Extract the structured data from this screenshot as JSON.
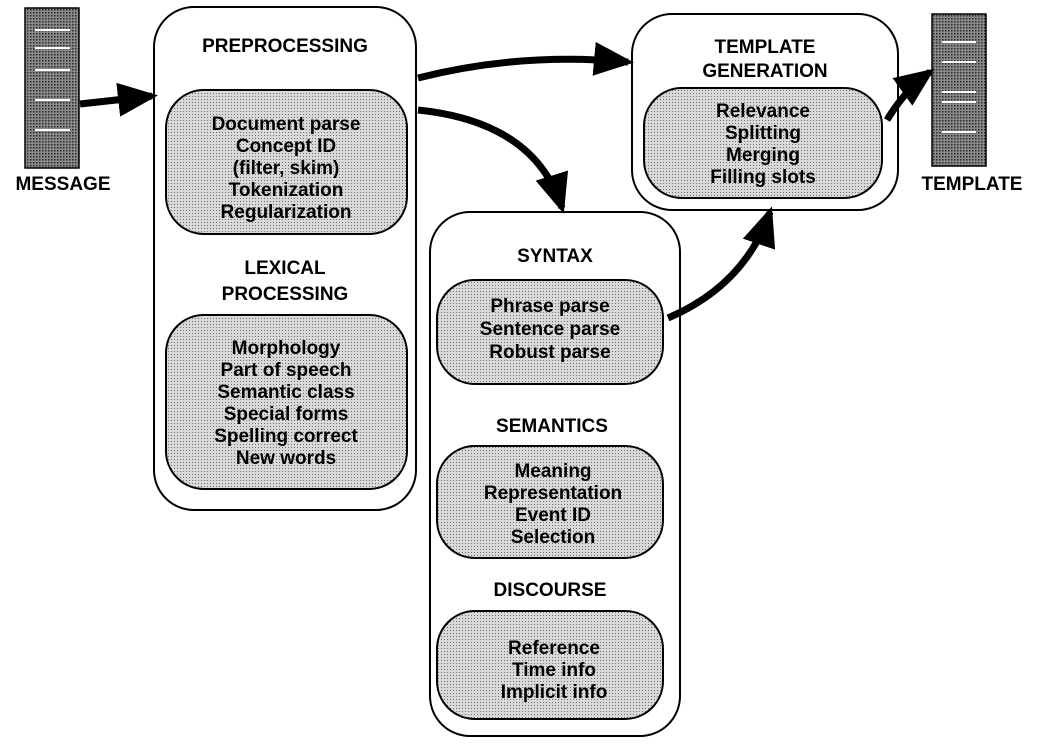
{
  "io": {
    "message_label": "MESSAGE",
    "template_label": "TEMPLATE"
  },
  "preprocessing": {
    "title": "PREPROCESSING",
    "items": [
      "Document parse",
      "Concept ID",
      "(filter, skim)",
      "Tokenization",
      "Regularization"
    ]
  },
  "lexical": {
    "title_lines": [
      "LEXICAL",
      "PROCESSING"
    ],
    "items": [
      "Morphology",
      "Part of speech",
      "Semantic class",
      "Special forms",
      "Spelling correct",
      "New words"
    ]
  },
  "template_generation": {
    "title_lines": [
      "TEMPLATE",
      "GENERATION"
    ],
    "items": [
      "Relevance",
      "Splitting",
      "Merging",
      "Filling slots"
    ]
  },
  "syntax": {
    "title": "SYNTAX",
    "items": [
      "Phrase parse",
      "Sentence parse",
      "Robust parse"
    ]
  },
  "semantics": {
    "title": "SEMANTICS",
    "items": [
      "Meaning",
      "Representation",
      "Event ID",
      "Selection"
    ]
  },
  "discourse": {
    "title": "DISCOURSE",
    "items": [
      "Reference",
      "Time info",
      "Implicit info"
    ]
  }
}
